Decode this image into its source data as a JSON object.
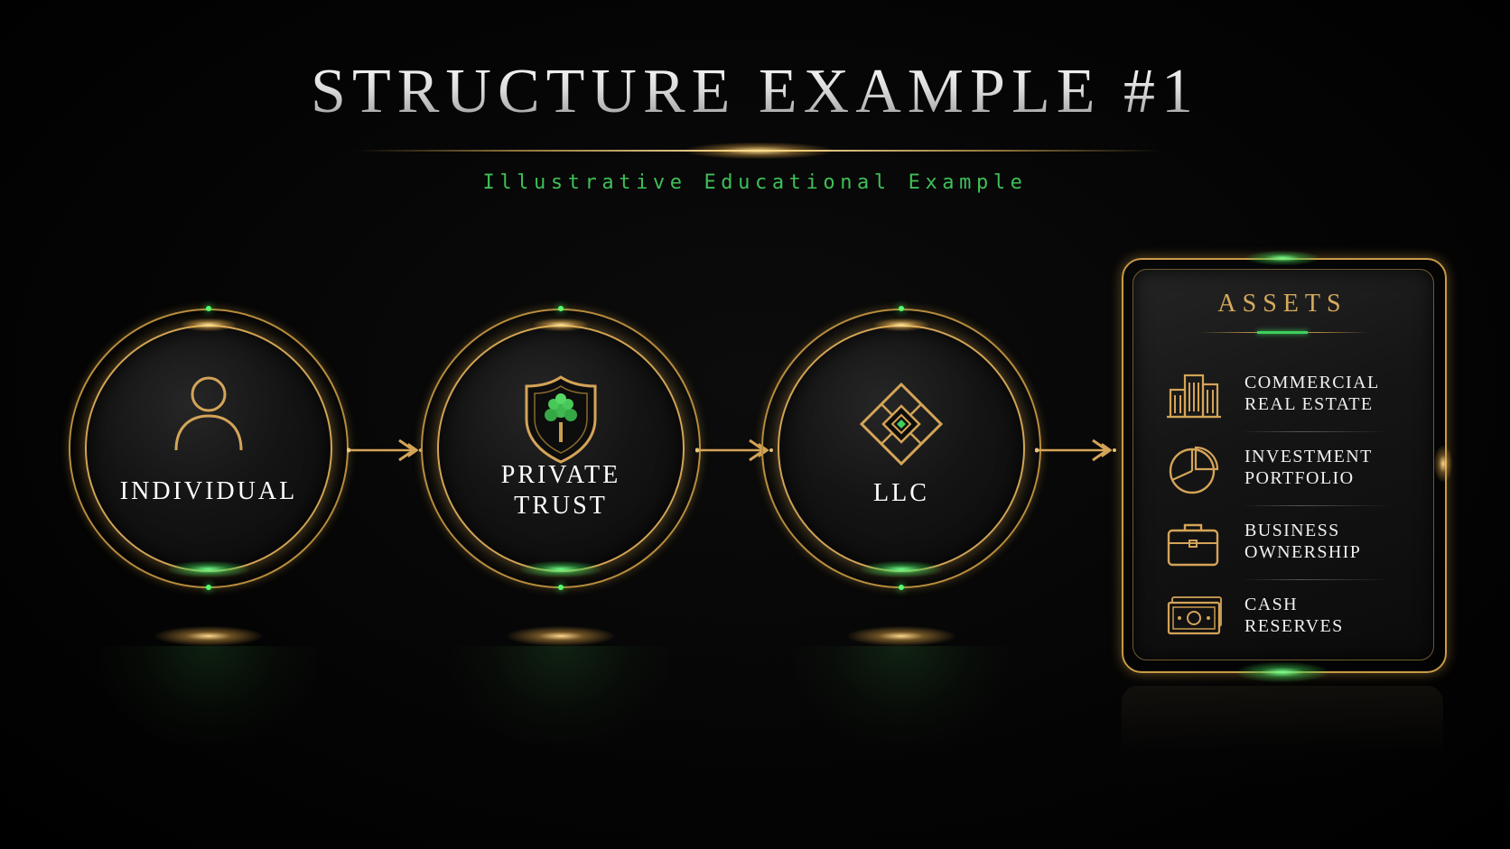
{
  "header": {
    "title": "STRUCTURE EXAMPLE #1",
    "subtitle": "Illustrative Educational Example"
  },
  "nodes": [
    {
      "label": "INDIVIDUAL",
      "icon": "person-icon"
    },
    {
      "label_line1": "PRIVATE",
      "label_line2": "TRUST",
      "icon": "shield-tree-icon"
    },
    {
      "label": "LLC",
      "icon": "diamond-icon"
    }
  ],
  "assets": {
    "title": "ASSETS",
    "items": [
      {
        "line1": "COMMERCIAL",
        "line2": "REAL ESTATE",
        "icon": "buildings-icon"
      },
      {
        "line1": "INVESTMENT",
        "line2": "PORTFOLIO",
        "icon": "pie-chart-icon"
      },
      {
        "line1": "BUSINESS",
        "line2": "OWNERSHIP",
        "icon": "briefcase-icon"
      },
      {
        "line1": "CASH",
        "line2": "RESERVES",
        "icon": "banknote-icon"
      }
    ]
  },
  "colors": {
    "background": "#000000",
    "gold": "#d2a456",
    "green_accent": "#3fbf57",
    "text": "#ffffff"
  }
}
